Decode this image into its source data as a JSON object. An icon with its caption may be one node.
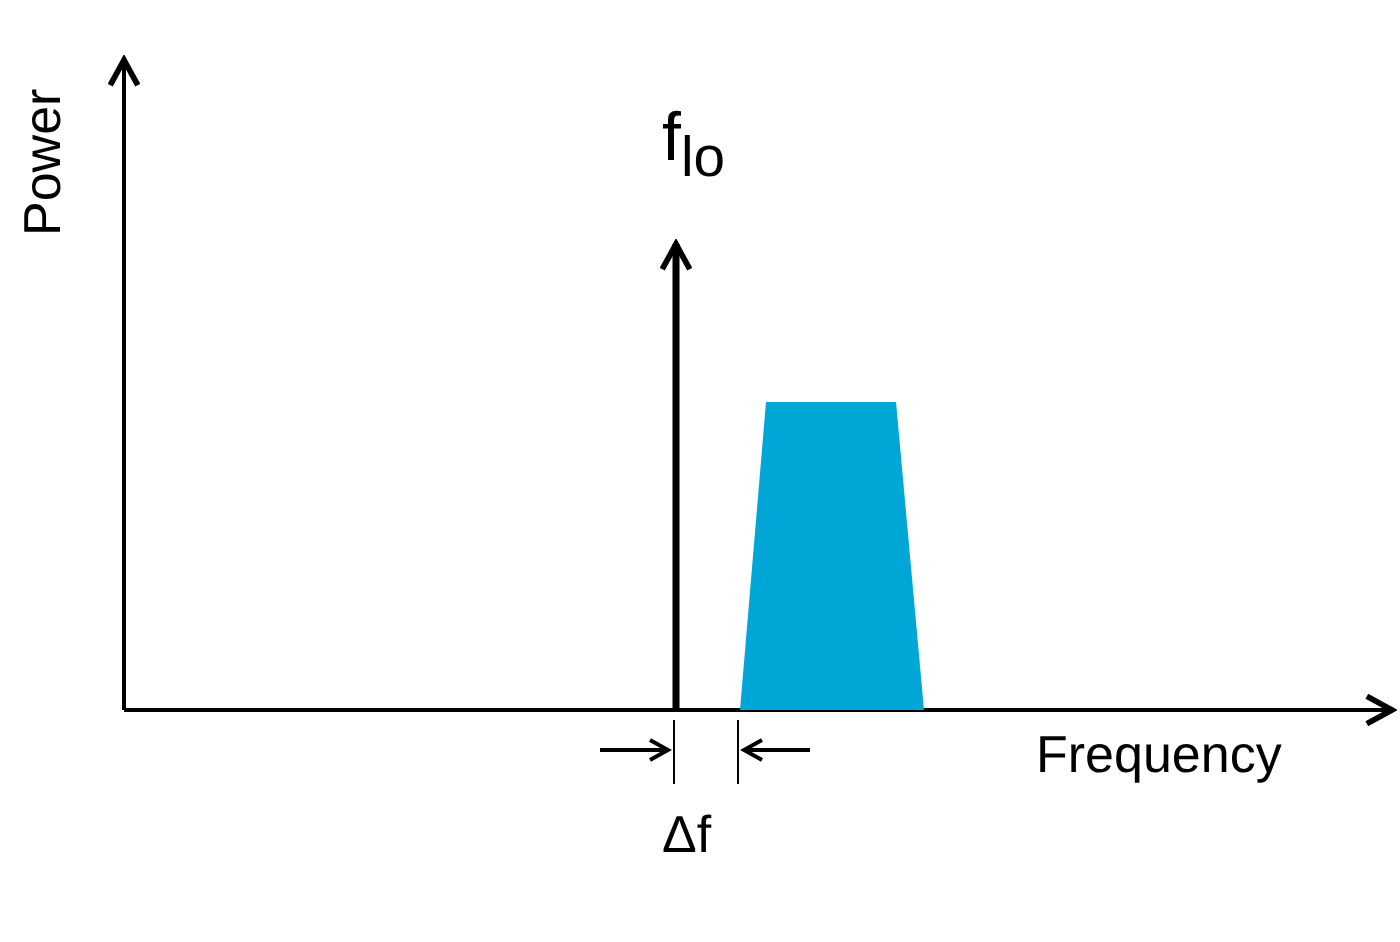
{
  "diagram": {
    "nodes": [
      {
        "text": [],
        "shape": "trapezoid"
      }
    ],
    "labels": [
      "Power",
      "f$_{lo}$",
      "Frequency",
      "Δf"
    ]
  }
}
